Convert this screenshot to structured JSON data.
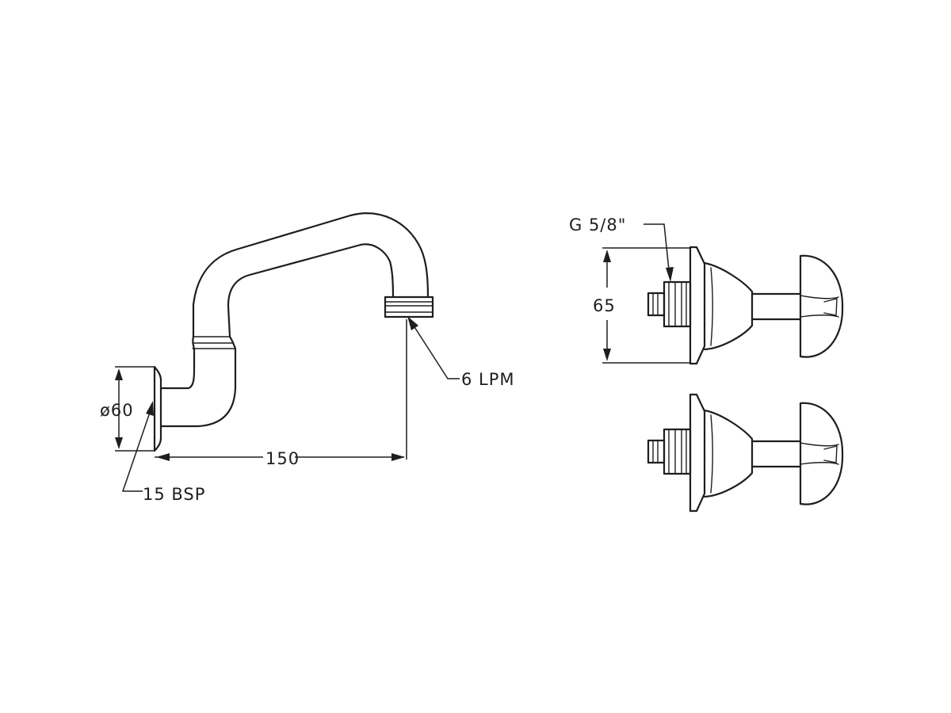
{
  "labels": {
    "flow_rate": "6 LPM",
    "flange_diameter": "ø60",
    "inlet_thread": "15 BSP",
    "spout_reach": "150",
    "valve_thread": "G 5/8\"",
    "valve_height": "65"
  }
}
